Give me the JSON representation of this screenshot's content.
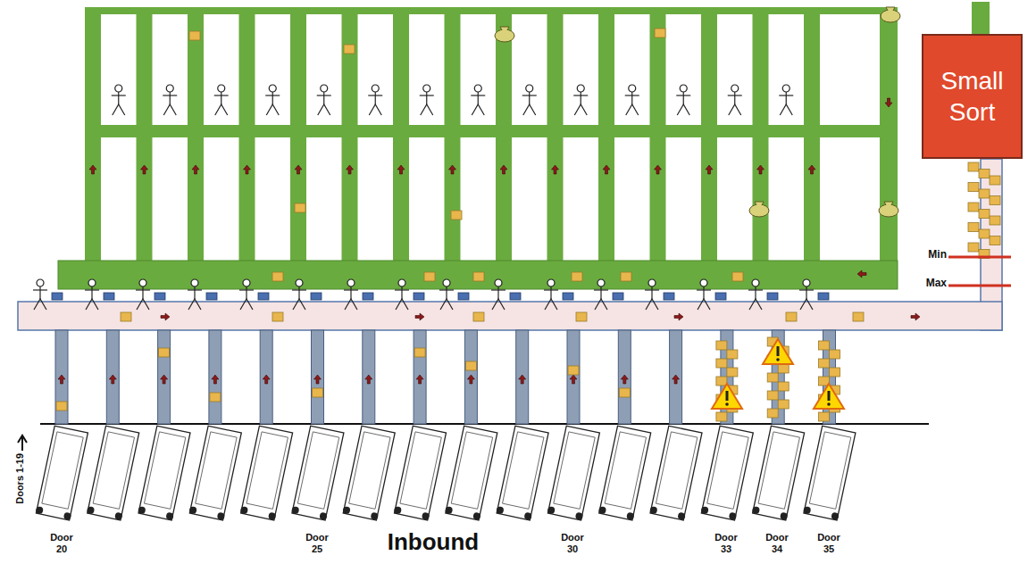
{
  "diagram": {
    "nodes": [
      {
        "text": [
          "Small Sort"
        ]
      }
    ],
    "labels": [
      "Min",
      "Max",
      "Doors 1-19",
      "Door 20",
      "Door 25",
      "Door 30",
      "Door 33",
      "Door 34",
      "Door 35",
      "Inbound"
    ]
  }
}
